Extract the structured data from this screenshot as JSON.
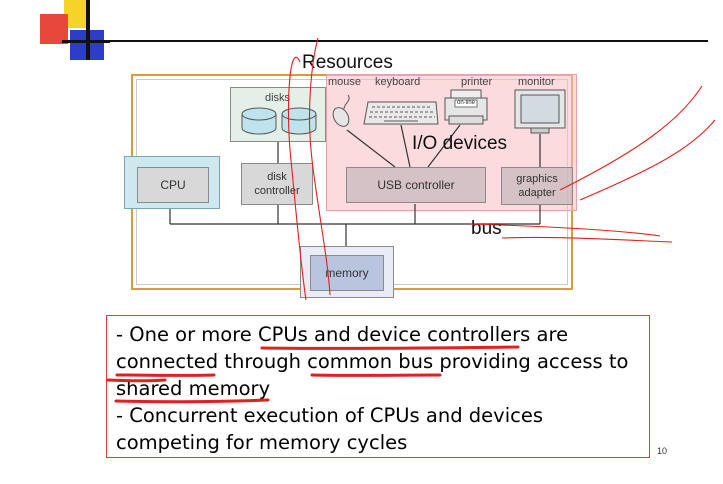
{
  "diagram": {
    "annotations": {
      "resources": "Resources",
      "io_devices": "I/O devices",
      "bus": "bus"
    },
    "devices": {
      "mouse": "mouse",
      "keyboard": "keyboard",
      "printer": "printer",
      "printer_panel": "on-line",
      "monitor": "monitor"
    },
    "components": {
      "disks": "disks",
      "cpu": "CPU",
      "disk_controller_line1": "disk",
      "disk_controller_line2": "controller",
      "usb_controller": "USB controller",
      "graphics_adapter_line1": "graphics",
      "graphics_adapter_line2": "adapter",
      "memory": "memory"
    }
  },
  "notes": {
    "bullet1_line1_part1": "- One or more ",
    "bullet1_line1_part2": "CPUs and device controllers",
    "bullet1_line1_part3": " are",
    "bullet1_line2_part1": "connected",
    "bullet1_line2_part2": " through ",
    "bullet1_line2_part3": "common bus",
    "bullet1_line2_part4": " providing access to",
    "bullet1_line3": "shared memory",
    "bullet2_line1": "- Concurrent execution of CPUs and devices",
    "bullet2_line2": "competing for memory cycles"
  },
  "slide": {
    "page_number": "10"
  },
  "colors": {
    "ink_red": "#e0211f",
    "frame_orange": "#d89c3a",
    "io_pink": "#f7d0d2",
    "cpu_blue": "#cde8ee",
    "logo_yellow": "#f6d328",
    "logo_red": "#e8483c",
    "logo_blue": "#2c3ec8"
  }
}
